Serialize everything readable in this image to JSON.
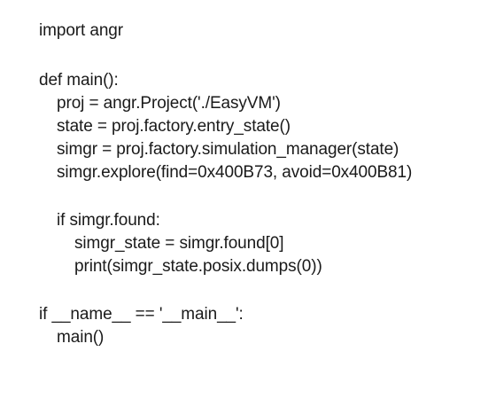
{
  "code": {
    "lines": [
      "import angr",
      "def main():",
      "proj = angr.Project('./EasyVM')",
      "state = proj.factory.entry_state()",
      "simgr = proj.factory.simulation_manager(state)",
      "simgr.explore(find=0x400B73, avoid=0x400B81)",
      "if simgr.found:",
      "simgr_state = simgr.found[0]",
      "print(simgr_state.posix.dumps(0))",
      "if __name__ == '__main__':",
      "main()"
    ]
  }
}
